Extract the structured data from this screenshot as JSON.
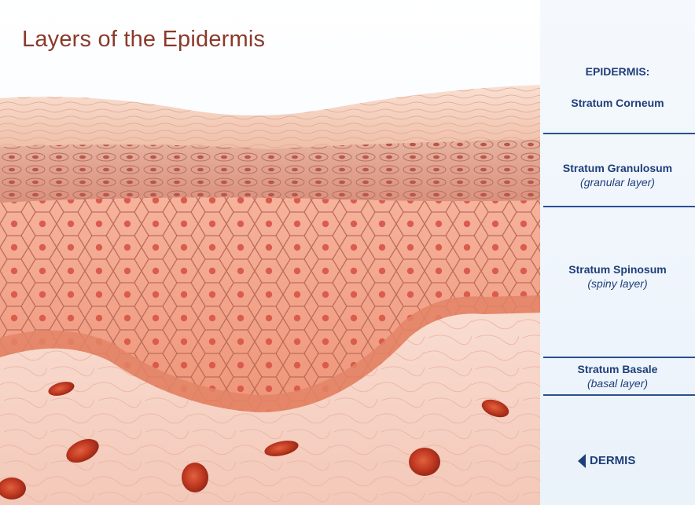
{
  "title": "Layers of the Epidermis",
  "legend": {
    "heading": "EPIDERMIS:",
    "layers": [
      {
        "name": "Stratum Corneum",
        "sub": ""
      },
      {
        "name": "Stratum Granulosum",
        "sub": "(granular layer)"
      },
      {
        "name": "Stratum Spinosum",
        "sub": "(spiny layer)"
      },
      {
        "name": "Stratum Basale",
        "sub": "(basal layer)"
      }
    ],
    "dermis_label": "DERMIS"
  },
  "colors": {
    "title": "#8a3a2b",
    "legend_text": "#1f3e7a",
    "legend_rule": "#2b4f8e",
    "corneum": "#f2c7b3",
    "granulosum": "#d99a8a",
    "spinosum": "#f2a58f",
    "basale": "#e8876f",
    "dermis": "#f6d2c6",
    "vessel": "#c23a22"
  }
}
